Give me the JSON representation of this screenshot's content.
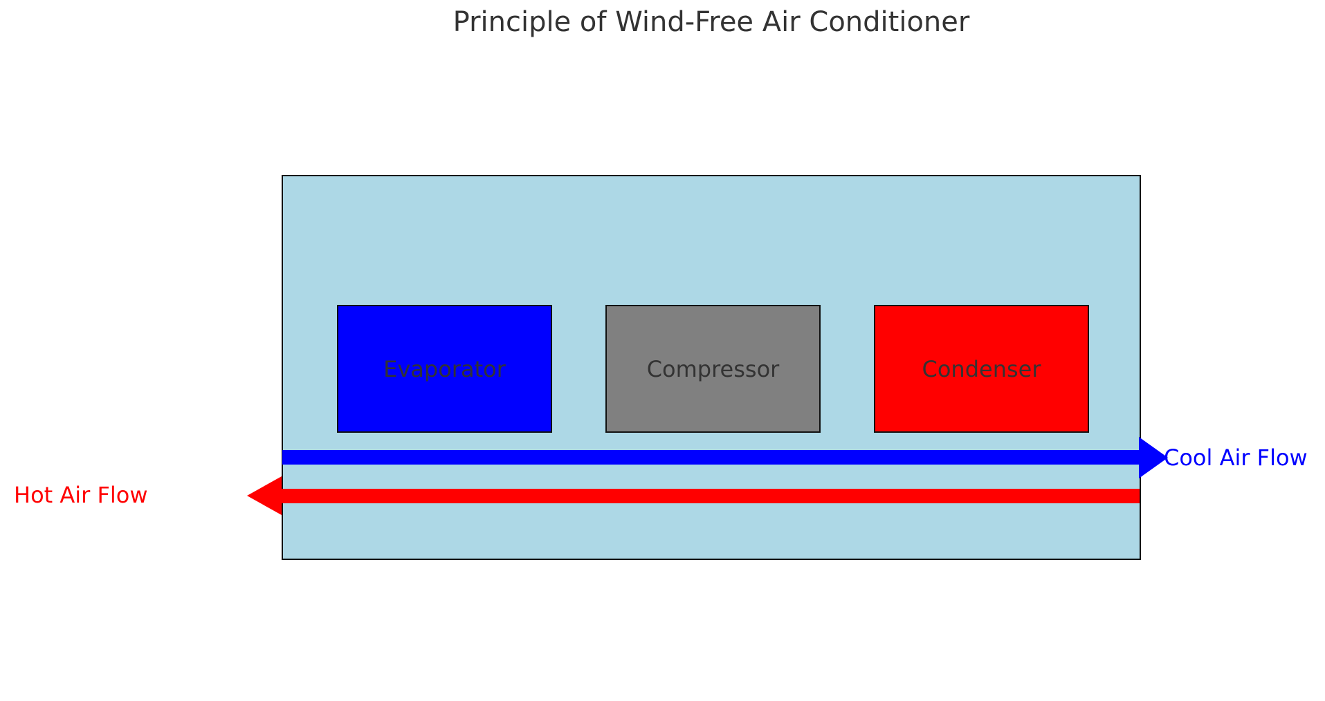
{
  "title": {
    "text": "Principle of Wind-Free Air Conditioner",
    "color": "#333333"
  },
  "unit": {
    "name": "air-conditioner-unit",
    "fill": "#ADD8E6",
    "border_color": "#111111"
  },
  "components": [
    {
      "label": "Evaporator",
      "fill": "#0000FF"
    },
    {
      "label": "Compressor",
      "fill": "#808080"
    },
    {
      "label": "Condenser",
      "fill": "#FF0000"
    }
  ],
  "flows": [
    {
      "label": "Cool Air Flow",
      "color": "#0000FF",
      "direction": "right"
    },
    {
      "label": "Hot Air Flow",
      "color": "#FF0000",
      "direction": "left"
    }
  ]
}
